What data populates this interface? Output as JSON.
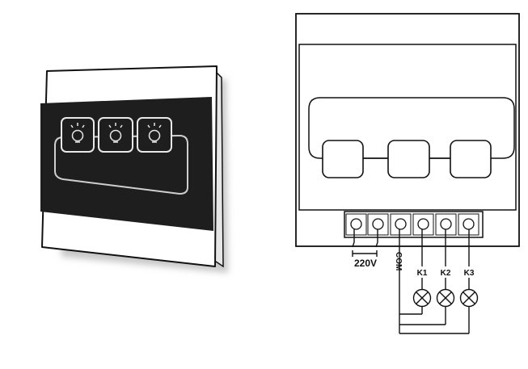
{
  "wiring": {
    "supply_label": "220V",
    "common_label": "COM",
    "channels": [
      {
        "label": "K1"
      },
      {
        "label": "K2"
      },
      {
        "label": "K3"
      }
    ]
  },
  "switch_panel": {
    "gang_count": 3
  },
  "colors": {
    "panel_black": "#1e1e1e",
    "line": "#111111",
    "touch_line": "#cfcfcf"
  }
}
